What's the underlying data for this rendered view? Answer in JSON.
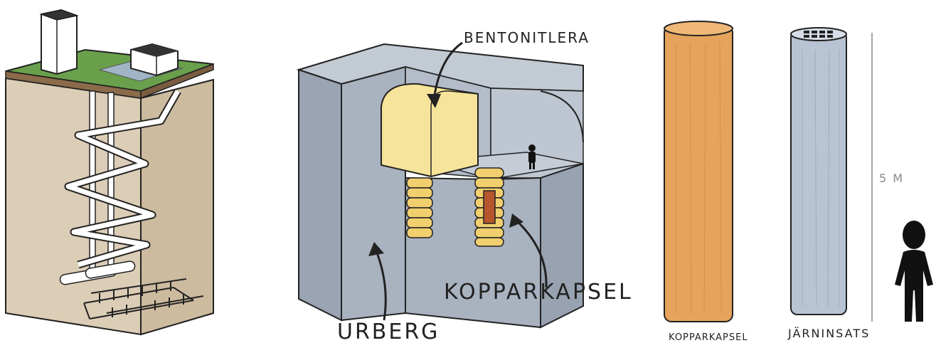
{
  "panel_repository": {},
  "panel_cutaway": {
    "labels": {
      "bentonite": "BENTONITLERA",
      "bedrock": "URBERG",
      "copper_capsule": "KOPPARKAPSEL"
    }
  },
  "panel_canisters": {
    "labels": {
      "copper_capsule": "KOPPARKAPSEL",
      "iron_insert": "JÄRNINSATS",
      "height": "5 M"
    }
  },
  "colors": {
    "ground": "#dccdb6",
    "grass": "#6aa04c",
    "rock": "#a9b2bf",
    "bentonite": "#f6e49a",
    "copper": "#e6a35c",
    "iron": "#b8c3d3"
  }
}
